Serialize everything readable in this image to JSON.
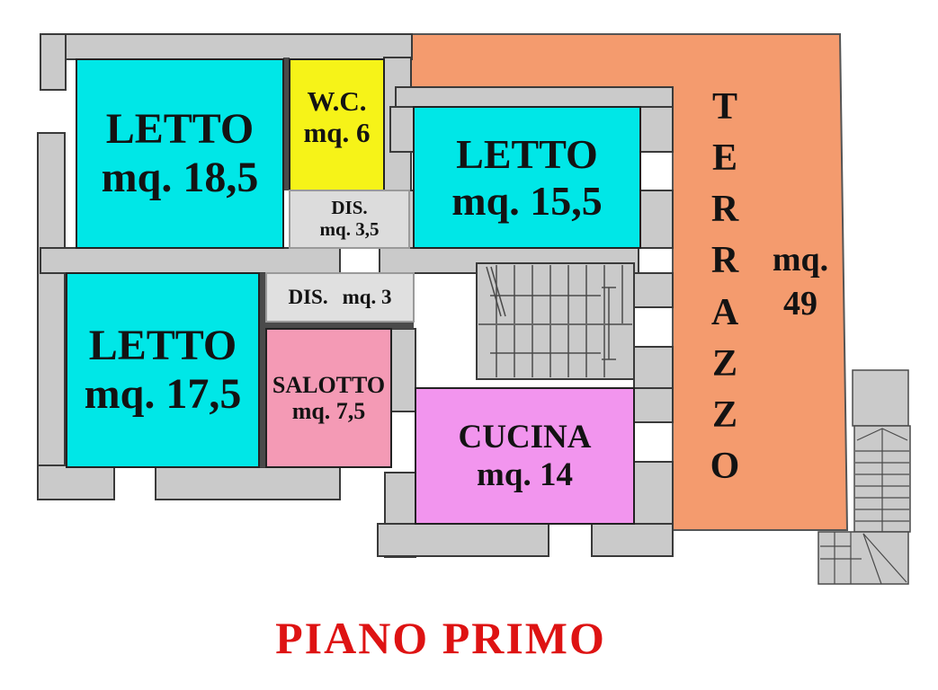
{
  "plan": {
    "title": "PIANO PRIMO",
    "title_color": "#de1313",
    "wall_color": "#cacaca",
    "floor_color": "#ffffff",
    "rooms": {
      "letto1": {
        "name": "LETTO",
        "area": "mq. 18,5",
        "color": "#00e7e7"
      },
      "wc": {
        "name": "W.C.",
        "area": "mq. 6",
        "color": "#f6f318"
      },
      "dis1": {
        "name": "DIS.",
        "area": "mq. 3,5",
        "color": "#dcdcdc"
      },
      "letto2": {
        "name": "LETTO",
        "area": "mq. 15,5",
        "color": "#00e7e7"
      },
      "letto3": {
        "name": "LETTO",
        "area": "mq. 17,5",
        "color": "#00e7e7"
      },
      "dis2": {
        "name": "DIS.",
        "area": "mq. 3",
        "color": "#e0e0e0"
      },
      "salotto": {
        "name": "SALOTTO",
        "area": "mq. 7,5",
        "color": "#f49ab5"
      },
      "cucina": {
        "name": "CUCINA",
        "area": "mq. 14",
        "color": "#f295ee"
      },
      "terrazzo": {
        "name": "TERRAZZO",
        "letters": [
          "T",
          "E",
          "R",
          "R",
          "A",
          "Z",
          "Z",
          "O"
        ],
        "area_unit": "mq.",
        "area_value": "49",
        "color": "#f49b6e"
      }
    }
  }
}
